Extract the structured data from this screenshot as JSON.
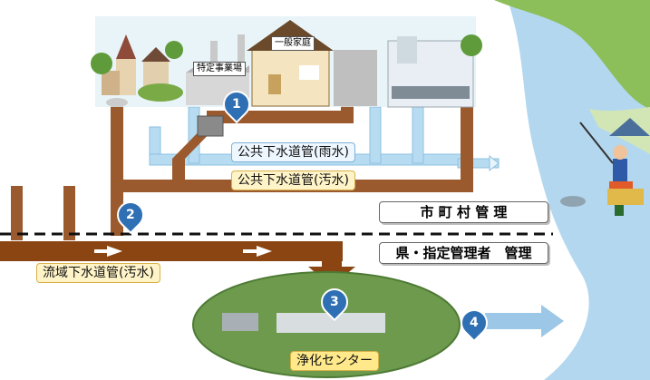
{
  "labels": {
    "storm_sewer": "公共下水道管(雨水)",
    "sanitary_sewer": "公共下水道管(汚水)",
    "regional_sewer": "流域下水道管(汚水)",
    "municipal_mgmt": "市 町 村 管 理",
    "prefectural_mgmt": "県・指定管理者　管理",
    "specific_business": "特定事業場",
    "household": "一般家庭",
    "purification_center": "浄化センター"
  },
  "markers": [
    "1",
    "2",
    "3",
    "4"
  ],
  "colors": {
    "storm_pipe": "#b7dcf2",
    "sewage_pipe": "#9a5a2e",
    "regional_pipe": "#8b4513",
    "river": "#b3d7ef",
    "badge": "#2f6fb3",
    "land": "#b7d57d"
  }
}
